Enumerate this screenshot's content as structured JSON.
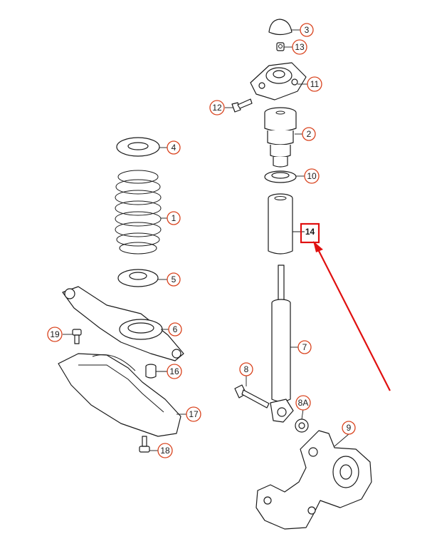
{
  "colors": {
    "callout_ring": "#d9431e",
    "highlight_box": "#e01010",
    "arrow": "#e01010",
    "line": "#1a1a1a"
  },
  "callouts": [
    {
      "id": "c3",
      "label": "3"
    },
    {
      "id": "c13",
      "label": "13"
    },
    {
      "id": "c11",
      "label": "11"
    },
    {
      "id": "c12",
      "label": "12"
    },
    {
      "id": "c2",
      "label": "2"
    },
    {
      "id": "c4",
      "label": "4"
    },
    {
      "id": "c10",
      "label": "10"
    },
    {
      "id": "c1",
      "label": "1"
    },
    {
      "id": "c14",
      "label": "14"
    },
    {
      "id": "c5",
      "label": "5"
    },
    {
      "id": "c6",
      "label": "6"
    },
    {
      "id": "c19",
      "label": "19"
    },
    {
      "id": "c7",
      "label": "7"
    },
    {
      "id": "c16",
      "label": "16"
    },
    {
      "id": "c8",
      "label": "8"
    },
    {
      "id": "c8A",
      "label": "8A"
    },
    {
      "id": "c17",
      "label": "17"
    },
    {
      "id": "c9",
      "label": "9"
    },
    {
      "id": "c18",
      "label": "18"
    }
  ],
  "highlighted_part": "14"
}
